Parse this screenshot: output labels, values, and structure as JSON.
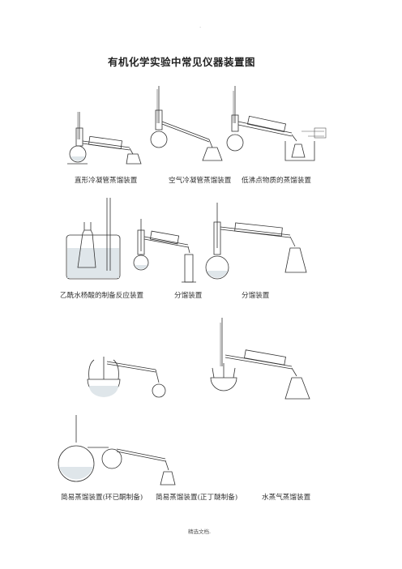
{
  "top_mark": "·",
  "title": "有机化学实验中常见仪器装置图",
  "row1": {
    "captions": [
      "直形冷凝管蒸馏装置",
      "空气冷凝管蒸馏装置",
      "低沸点物质的蒸馏装置"
    ]
  },
  "row2": {
    "captions": [
      "乙酰水杨酸的制备反应装置",
      "分馏装置",
      "分馏装置"
    ]
  },
  "row4": {
    "captions": [
      "简易蒸馏装置(环已酮制备)",
      "简易蒸馏装置(正丁醚制备)",
      "水蒸气蒸馏装置"
    ]
  },
  "footer": "精选文档."
}
